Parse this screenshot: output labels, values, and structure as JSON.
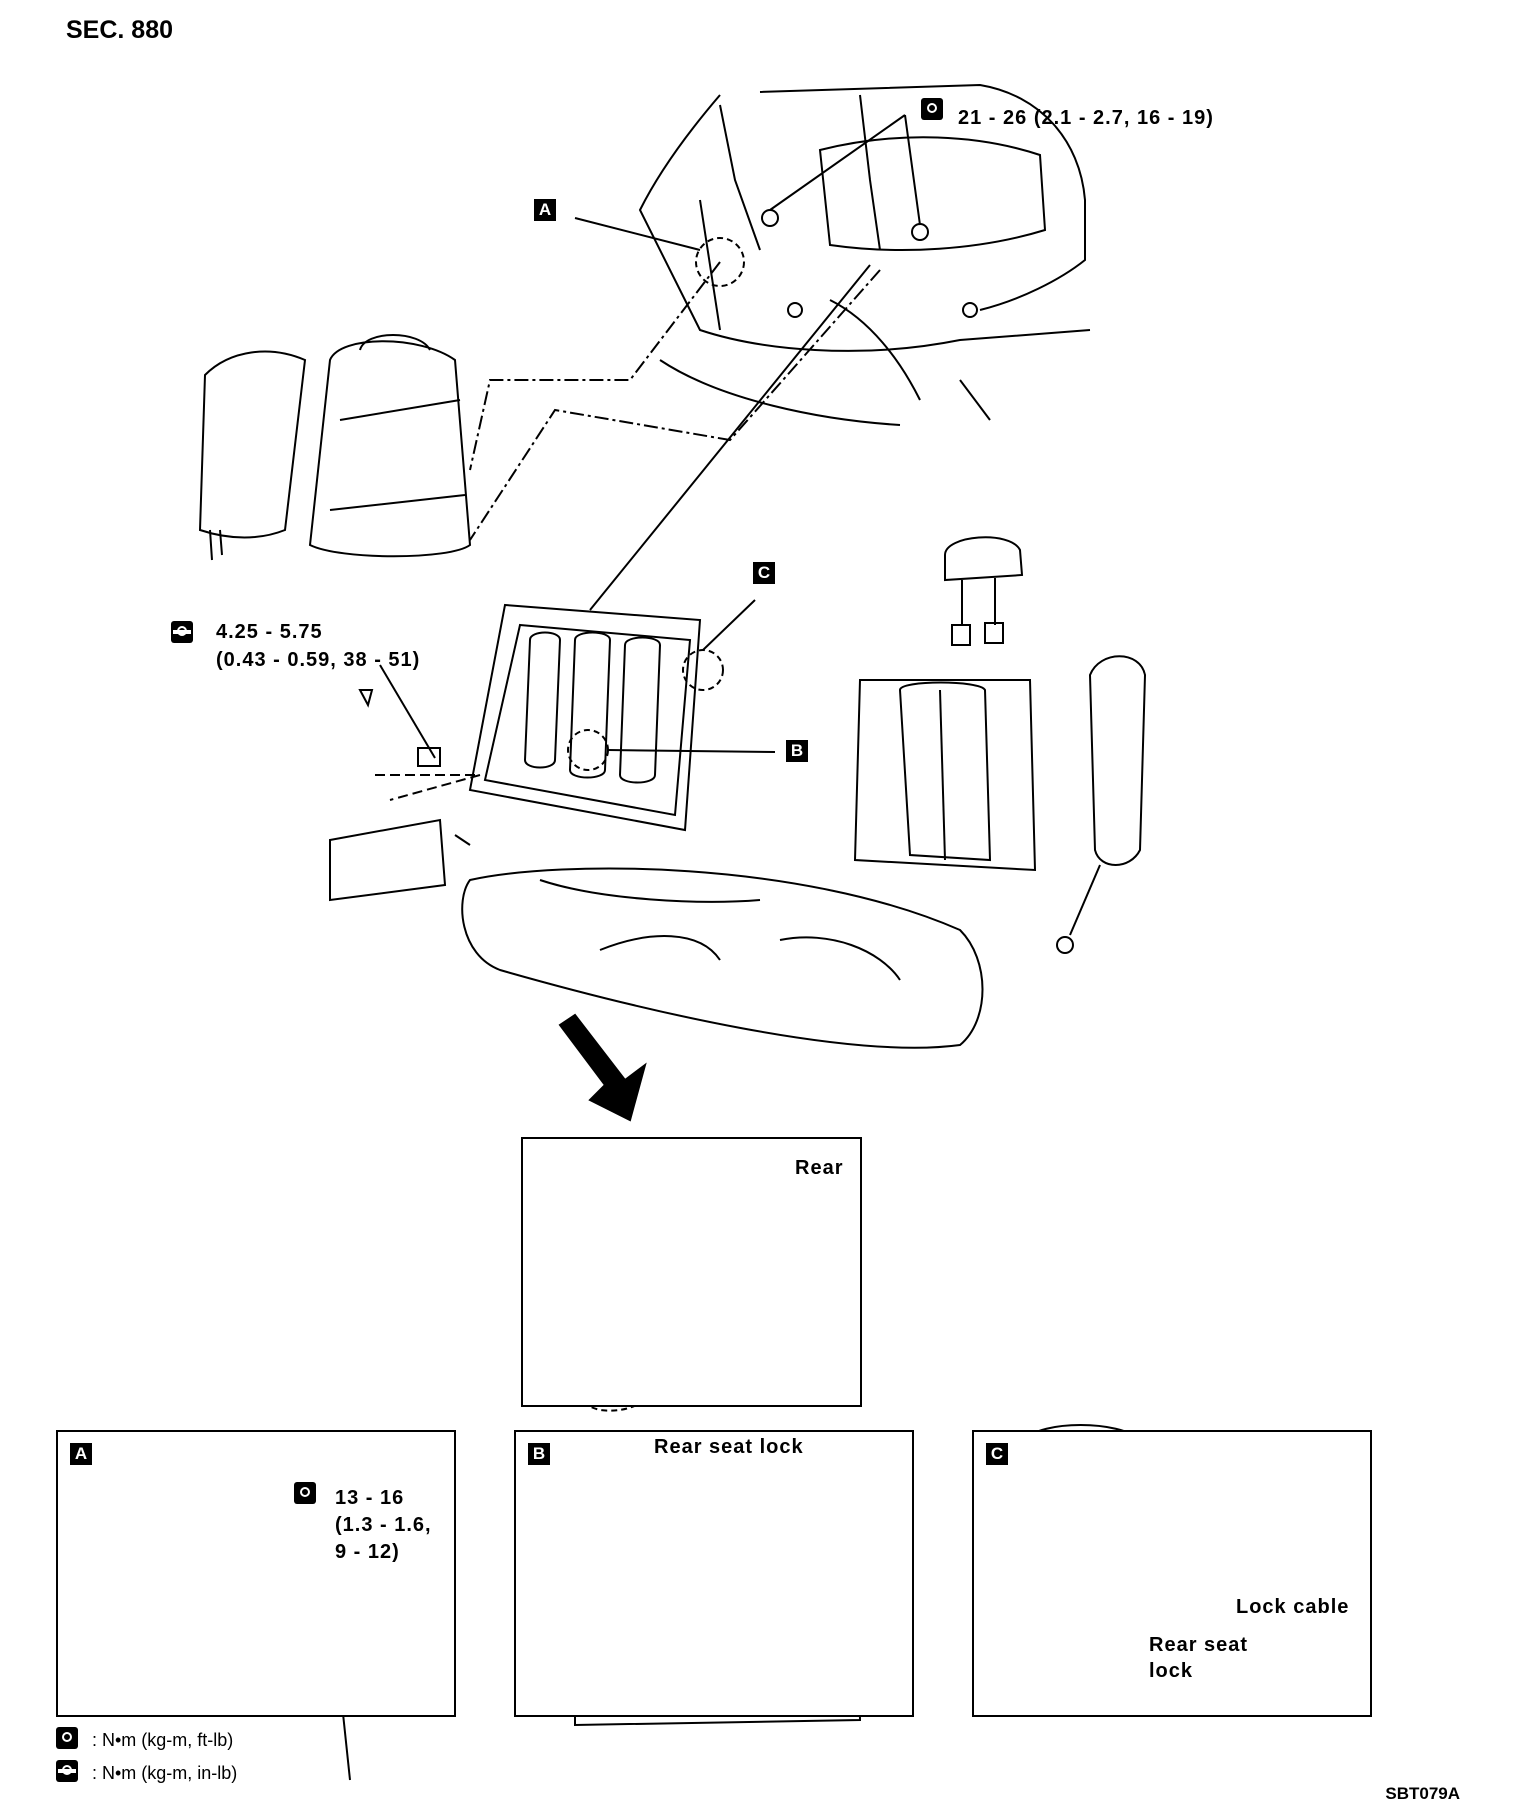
{
  "section_title": "SEC. 880",
  "diagram_code": "SBT079A",
  "callouts": {
    "A": "A",
    "B": "B",
    "C": "C"
  },
  "torque_specs": {
    "belt_anchor": "21 - 26 (2.1 - 2.7, 16 - 19)",
    "seatback_bolt_line1": "4.25 - 5.75",
    "seatback_bolt_line2": "(0.43 - 0.59, 38 - 51)",
    "detail_a_line1": "13 - 16",
    "detail_a_line2": "(1.3 - 1.6,",
    "detail_a_line3": "9 - 12)"
  },
  "labels": {
    "rear": "Rear",
    "rear_seat_lock_b": "Rear seat lock",
    "lock_cable": "Lock cable",
    "rear_seat_lock_c_1": "Rear seat",
    "rear_seat_lock_c_2": "lock"
  },
  "legend": [
    {
      "icon": "torque-wrench-icon",
      "text": ": N•m (kg-m, ft-lb)"
    },
    {
      "icon": "torque-wrench-alt-icon",
      "text": ": N•m (kg-m, in-lb)"
    }
  ]
}
